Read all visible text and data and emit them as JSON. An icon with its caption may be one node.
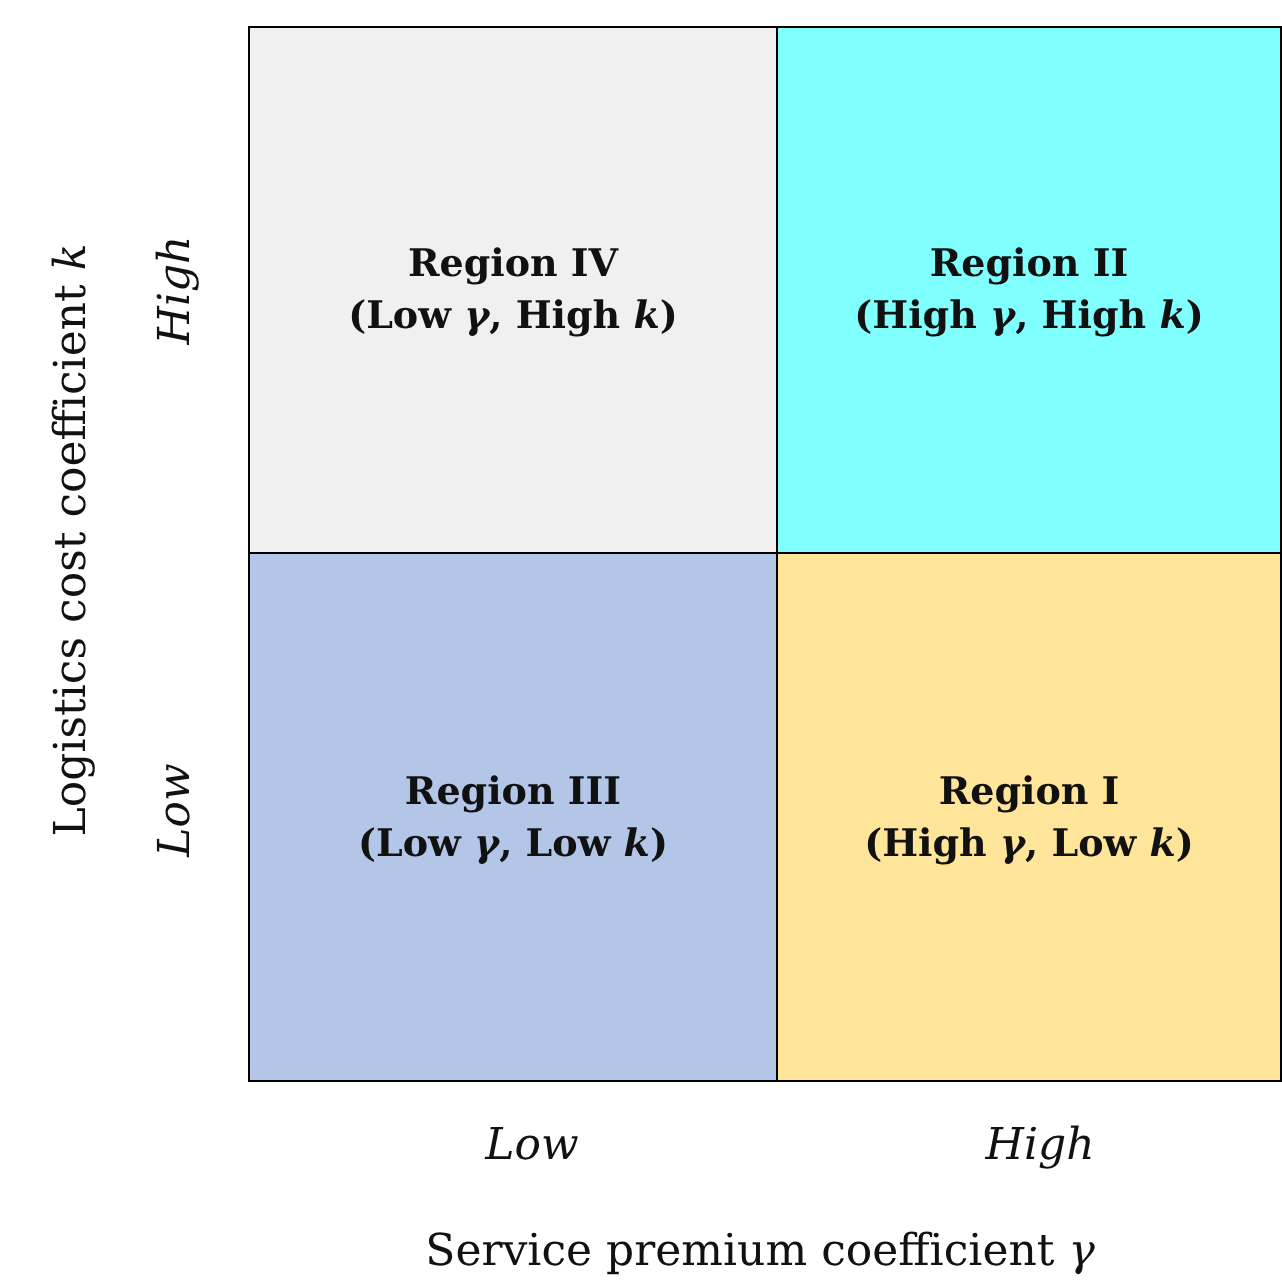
{
  "diagram": {
    "nodes": [
      {
        "text": [
          "Region IV",
          "(Low *γ*, High *k*)"
        ]
      },
      {
        "text": [
          "Region II",
          "(High *γ*, High *k*)"
        ]
      },
      {
        "text": [
          "Region III",
          "(Low *γ*, Low *k*)"
        ]
      },
      {
        "text": [
          "Region I",
          "(High *γ*, Low *k*)"
        ]
      }
    ],
    "edges": [],
    "labels": [
      "Logistics cost coefficient *k*",
      "High",
      "Low",
      "Low",
      "High",
      "Service premium coefficient *γ*"
    ]
  }
}
